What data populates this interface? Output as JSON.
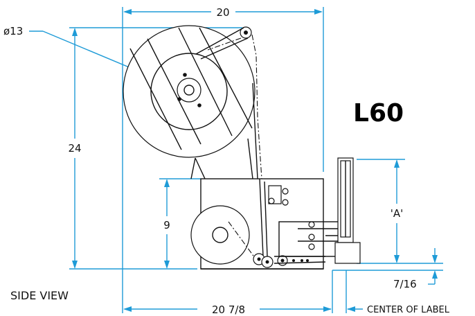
{
  "model": {
    "label": "L60"
  },
  "view": {
    "label": "SIDE VIEW"
  },
  "dimensions": {
    "top_width": "20",
    "bottom_width": "20 7/8",
    "total_height": "24",
    "lower_height": "9",
    "roll_diameter": "ø13",
    "dim_a": "'A'",
    "offset": "7/16",
    "center_of_label": "CENTER OF LABEL"
  },
  "colors": {
    "dimension": "#1e9bd7",
    "outline": "#111111"
  }
}
